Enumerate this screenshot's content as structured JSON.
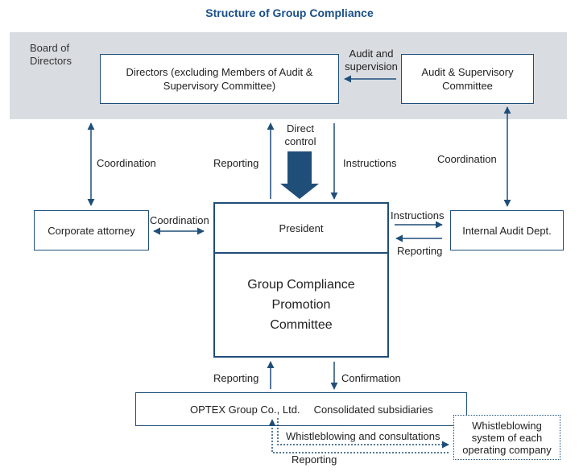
{
  "title": "Structure of Group Compliance",
  "board": {
    "label_line1": "Board of",
    "label_line2": "Directors"
  },
  "boxes": {
    "directors_line1": "Directors (excluding Members of Audit &",
    "directors_line2": "Supervisory Committee)",
    "audit_line1": "Audit & Supervisory",
    "audit_line2": "Committee",
    "corporate_attorney": "Corporate attorney",
    "president": "President",
    "internal_audit": "Internal Audit Dept.",
    "committee_line1": "Group Compliance",
    "committee_line2": "Promotion",
    "committee_line3": "Committee",
    "optex": "OPTEX Group Co., Ltd.",
    "consolidated": "Consolidated subsidiaries",
    "whistle_line1": "Whistleblowing",
    "whistle_line2": "system of each",
    "whistle_line3": "operating company"
  },
  "labels": {
    "audit_supervision_line1": "Audit and",
    "audit_supervision_line2": "supervision",
    "direct_control_line1": "Direct",
    "direct_control_line2": "control",
    "coordination_left": "Coordination",
    "reporting_top": "Reporting",
    "instructions_top": "Instructions",
    "coordination_right": "Coordination",
    "coordination_mid": "Coordination",
    "instructions_right": "Instructions",
    "reporting_right": "Reporting",
    "reporting_bottom": "Reporting",
    "confirmation": "Confirmation",
    "whistleblowing_consultations": "Whistleblowing and consultations",
    "reporting_whistle": "Reporting"
  },
  "colors": {
    "accent": "#1f4e79",
    "title": "#1a4f8a",
    "board_bg": "#d9dde2"
  }
}
